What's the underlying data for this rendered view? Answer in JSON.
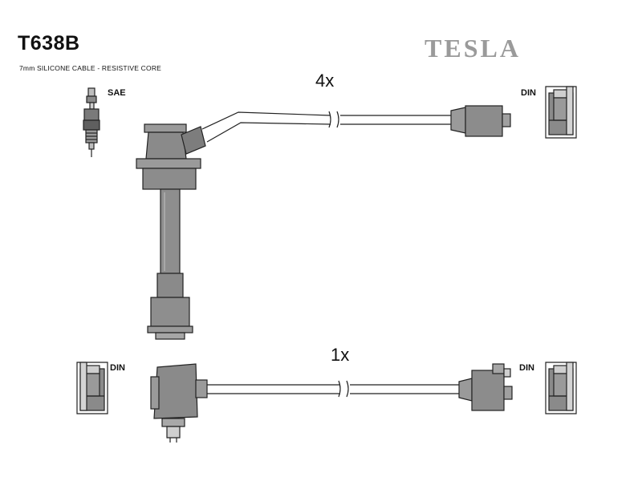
{
  "header": {
    "code": "T638B",
    "subtitle": "7mm SILICONE CABLE - RESISTIVE CORE",
    "brand": "TESLA"
  },
  "labels": {
    "sae": "SAE",
    "din_top_right": "DIN",
    "din_bottom_left": "DIN",
    "din_bottom_right": "DIN"
  },
  "quantities": {
    "top_cable": "4x",
    "bottom_cable": "1x"
  },
  "colors": {
    "part_fill": "#9a9a9a",
    "part_dark": "#6a6a6a",
    "outline": "#222222",
    "brand_gray": "#9a9a9a"
  }
}
